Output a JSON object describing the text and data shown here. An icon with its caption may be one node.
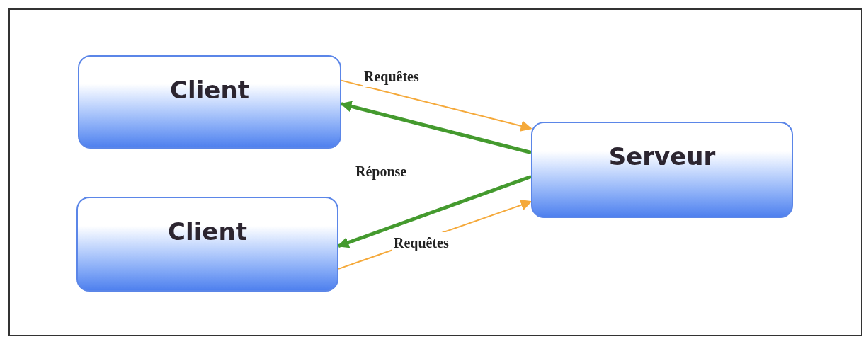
{
  "diagram": {
    "nodes": [
      {
        "text": [
          "Client"
        ]
      },
      {
        "text": [
          "Client"
        ]
      },
      {
        "text": [
          "Serveur"
        ]
      }
    ],
    "edges": [
      {
        "from": 0,
        "to": 2,
        "arrow": "to",
        "label": "Requêtes",
        "color": "#f5a93a"
      },
      {
        "from": 2,
        "to": 0,
        "arrow": "to",
        "style": "thick",
        "color": "#449a2e"
      },
      {
        "from": 2,
        "to": 1,
        "arrow": "to",
        "style": "thick",
        "color": "#449a2e"
      },
      {
        "from": 1,
        "to": 2,
        "arrow": "to",
        "label": "Requêtes",
        "color": "#f5a93a"
      }
    ],
    "labels": [
      "Réponse"
    ]
  }
}
